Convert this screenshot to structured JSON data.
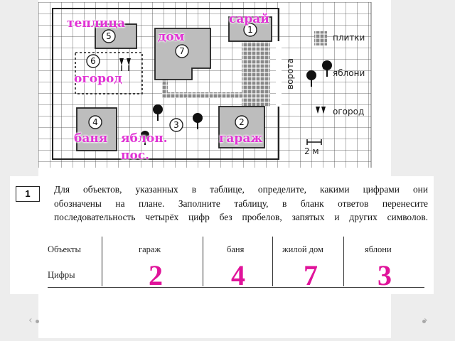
{
  "plan": {
    "labels": {
      "teplitsa": "теплица",
      "sarai": "сарай",
      "dom": "дом",
      "ogorod": "огород",
      "banya": "баня",
      "yablon": "яблон.",
      "pos": "пос.",
      "garazh": "гараж"
    },
    "numbers": [
      "1",
      "2",
      "3",
      "4",
      "5",
      "6",
      "7"
    ],
    "legend": {
      "plitki": "плитки",
      "yabloni": "яблони",
      "ogorod": "огород",
      "scale": "2 м"
    },
    "vorota": "ворота"
  },
  "task": {
    "number": "1",
    "lines": [
      "Для объектов, указанных в таблице, определите, какими цифрами они",
      "обозначены на плане. Заполните таблицу, в бланк ответов перенесите",
      "последовательность четырёх цифр без пробелов, запятых и других символов."
    ],
    "table": {
      "row_labels": [
        "Объекты",
        "Цифры"
      ],
      "objects": [
        "гараж",
        "баня",
        "жилой дом",
        "яблони"
      ],
      "answers": [
        "2",
        "4",
        "7",
        "3"
      ]
    }
  },
  "colors": {
    "annotation": "#e033d4",
    "answer": "#e0139a"
  },
  "icons": [
    "chevron-left-icon",
    "chevron-right-icon",
    "apple-tree-icon",
    "vegetable-icon"
  ]
}
